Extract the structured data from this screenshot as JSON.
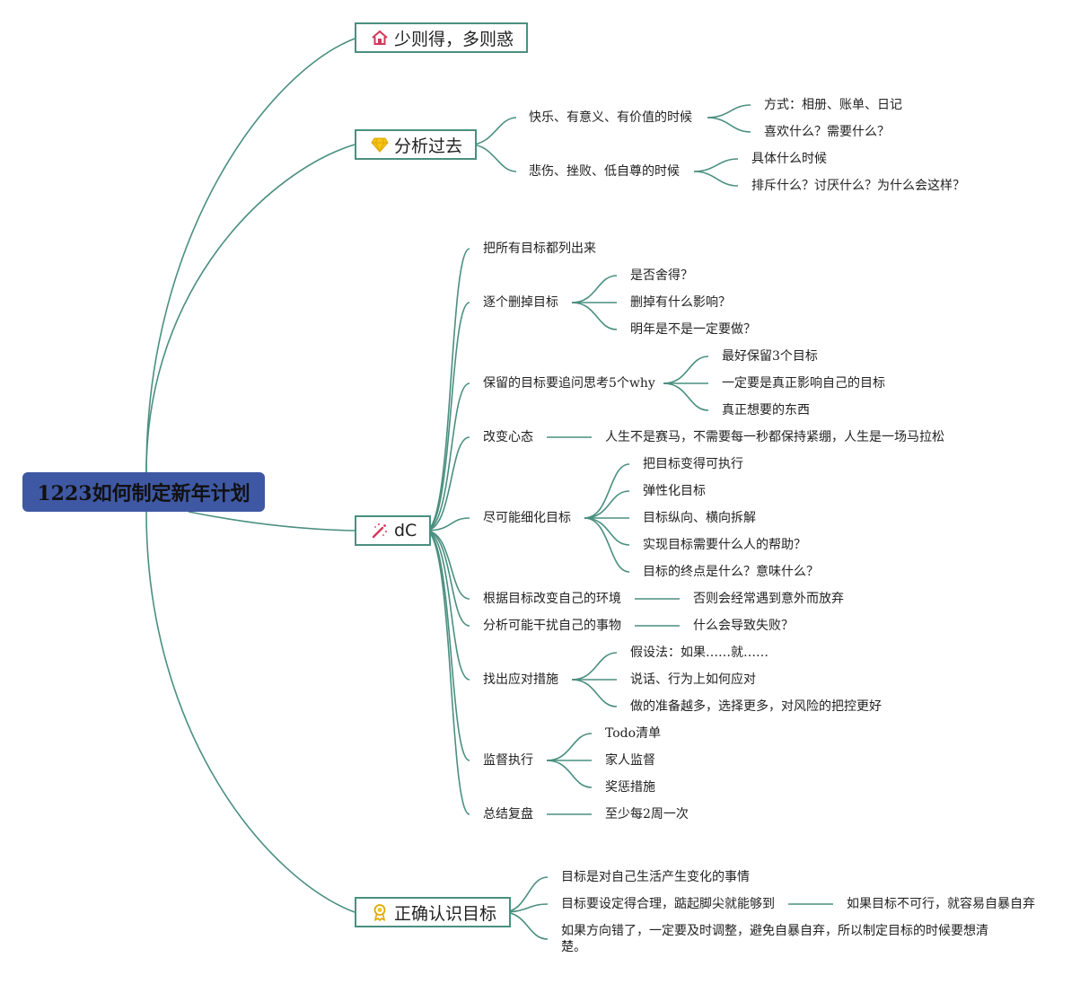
{
  "root": {
    "title": "1223如何制定新年计划"
  },
  "topics": [
    {
      "label": "少则得，多则惑",
      "icon": "home-icon"
    },
    {
      "label": "分析过去",
      "icon": "diamond-icon"
    },
    {
      "label": "dC",
      "icon": "magic-wand-icon"
    },
    {
      "label": "正确认识目标",
      "icon": "award-ribbon-icon"
    }
  ],
  "past": {
    "happy": "快乐、有意义、有价值的时候",
    "happy_children": [
      "方式：相册、账单、日记",
      "喜欢什么？需要什么？"
    ],
    "sad": "悲伤、挫败、低自尊的时候",
    "sad_children": [
      "具体什么时候",
      "排斥什么？讨厌什么？为什么会这样？"
    ]
  },
  "dc": {
    "items": [
      {
        "label": "把所有目标都列出来",
        "children": []
      },
      {
        "label": "逐个删掉目标",
        "children": [
          "是否舍得？",
          "删掉有什么影响？",
          "明年是不是一定要做？"
        ]
      },
      {
        "label": "保留的目标要追问思考5个why",
        "children": [
          "最好保留3个目标",
          "一定要是真正影响自己的目标",
          "真正想要的东西"
        ]
      },
      {
        "label": "改变心态",
        "children": [
          "人生不是赛马，不需要每一秒都保持紧绷，人生是一场马拉松"
        ]
      },
      {
        "label": "尽可能细化目标",
        "children": [
          "把目标变得可执行",
          "弹性化目标",
          "目标纵向、横向拆解",
          "实现目标需要什么人的帮助？",
          "目标的终点是什么？意味什么？"
        ]
      },
      {
        "label": "根据目标改变自己的环境",
        "children": [
          "否则会经常遇到意外而放弃"
        ]
      },
      {
        "label": "分析可能干扰自己的事物",
        "children": [
          "什么会导致失败？"
        ]
      },
      {
        "label": "找出应对措施",
        "children": [
          "假设法：如果……就……",
          "说话、行为上如何应对",
          "做的准备越多，选择更多，对风险的把控更好"
        ]
      },
      {
        "label": "监督执行",
        "children": [
          "Todo清单",
          "家人监督",
          "奖惩措施"
        ]
      },
      {
        "label": "总结复盘",
        "children": [
          "至少每2周一次"
        ]
      }
    ]
  },
  "goals": {
    "items": [
      {
        "label": "目标是对自己生活产生变化的事情"
      },
      {
        "label": "目标要设定得合理，踮起脚尖就能够到",
        "child": "如果目标不可行，就容易自暴自弃"
      },
      {
        "label": "如果方向错了，一定要及时调整，避免自暴自弃，所以制定目标的时候要想清楚。"
      }
    ]
  }
}
